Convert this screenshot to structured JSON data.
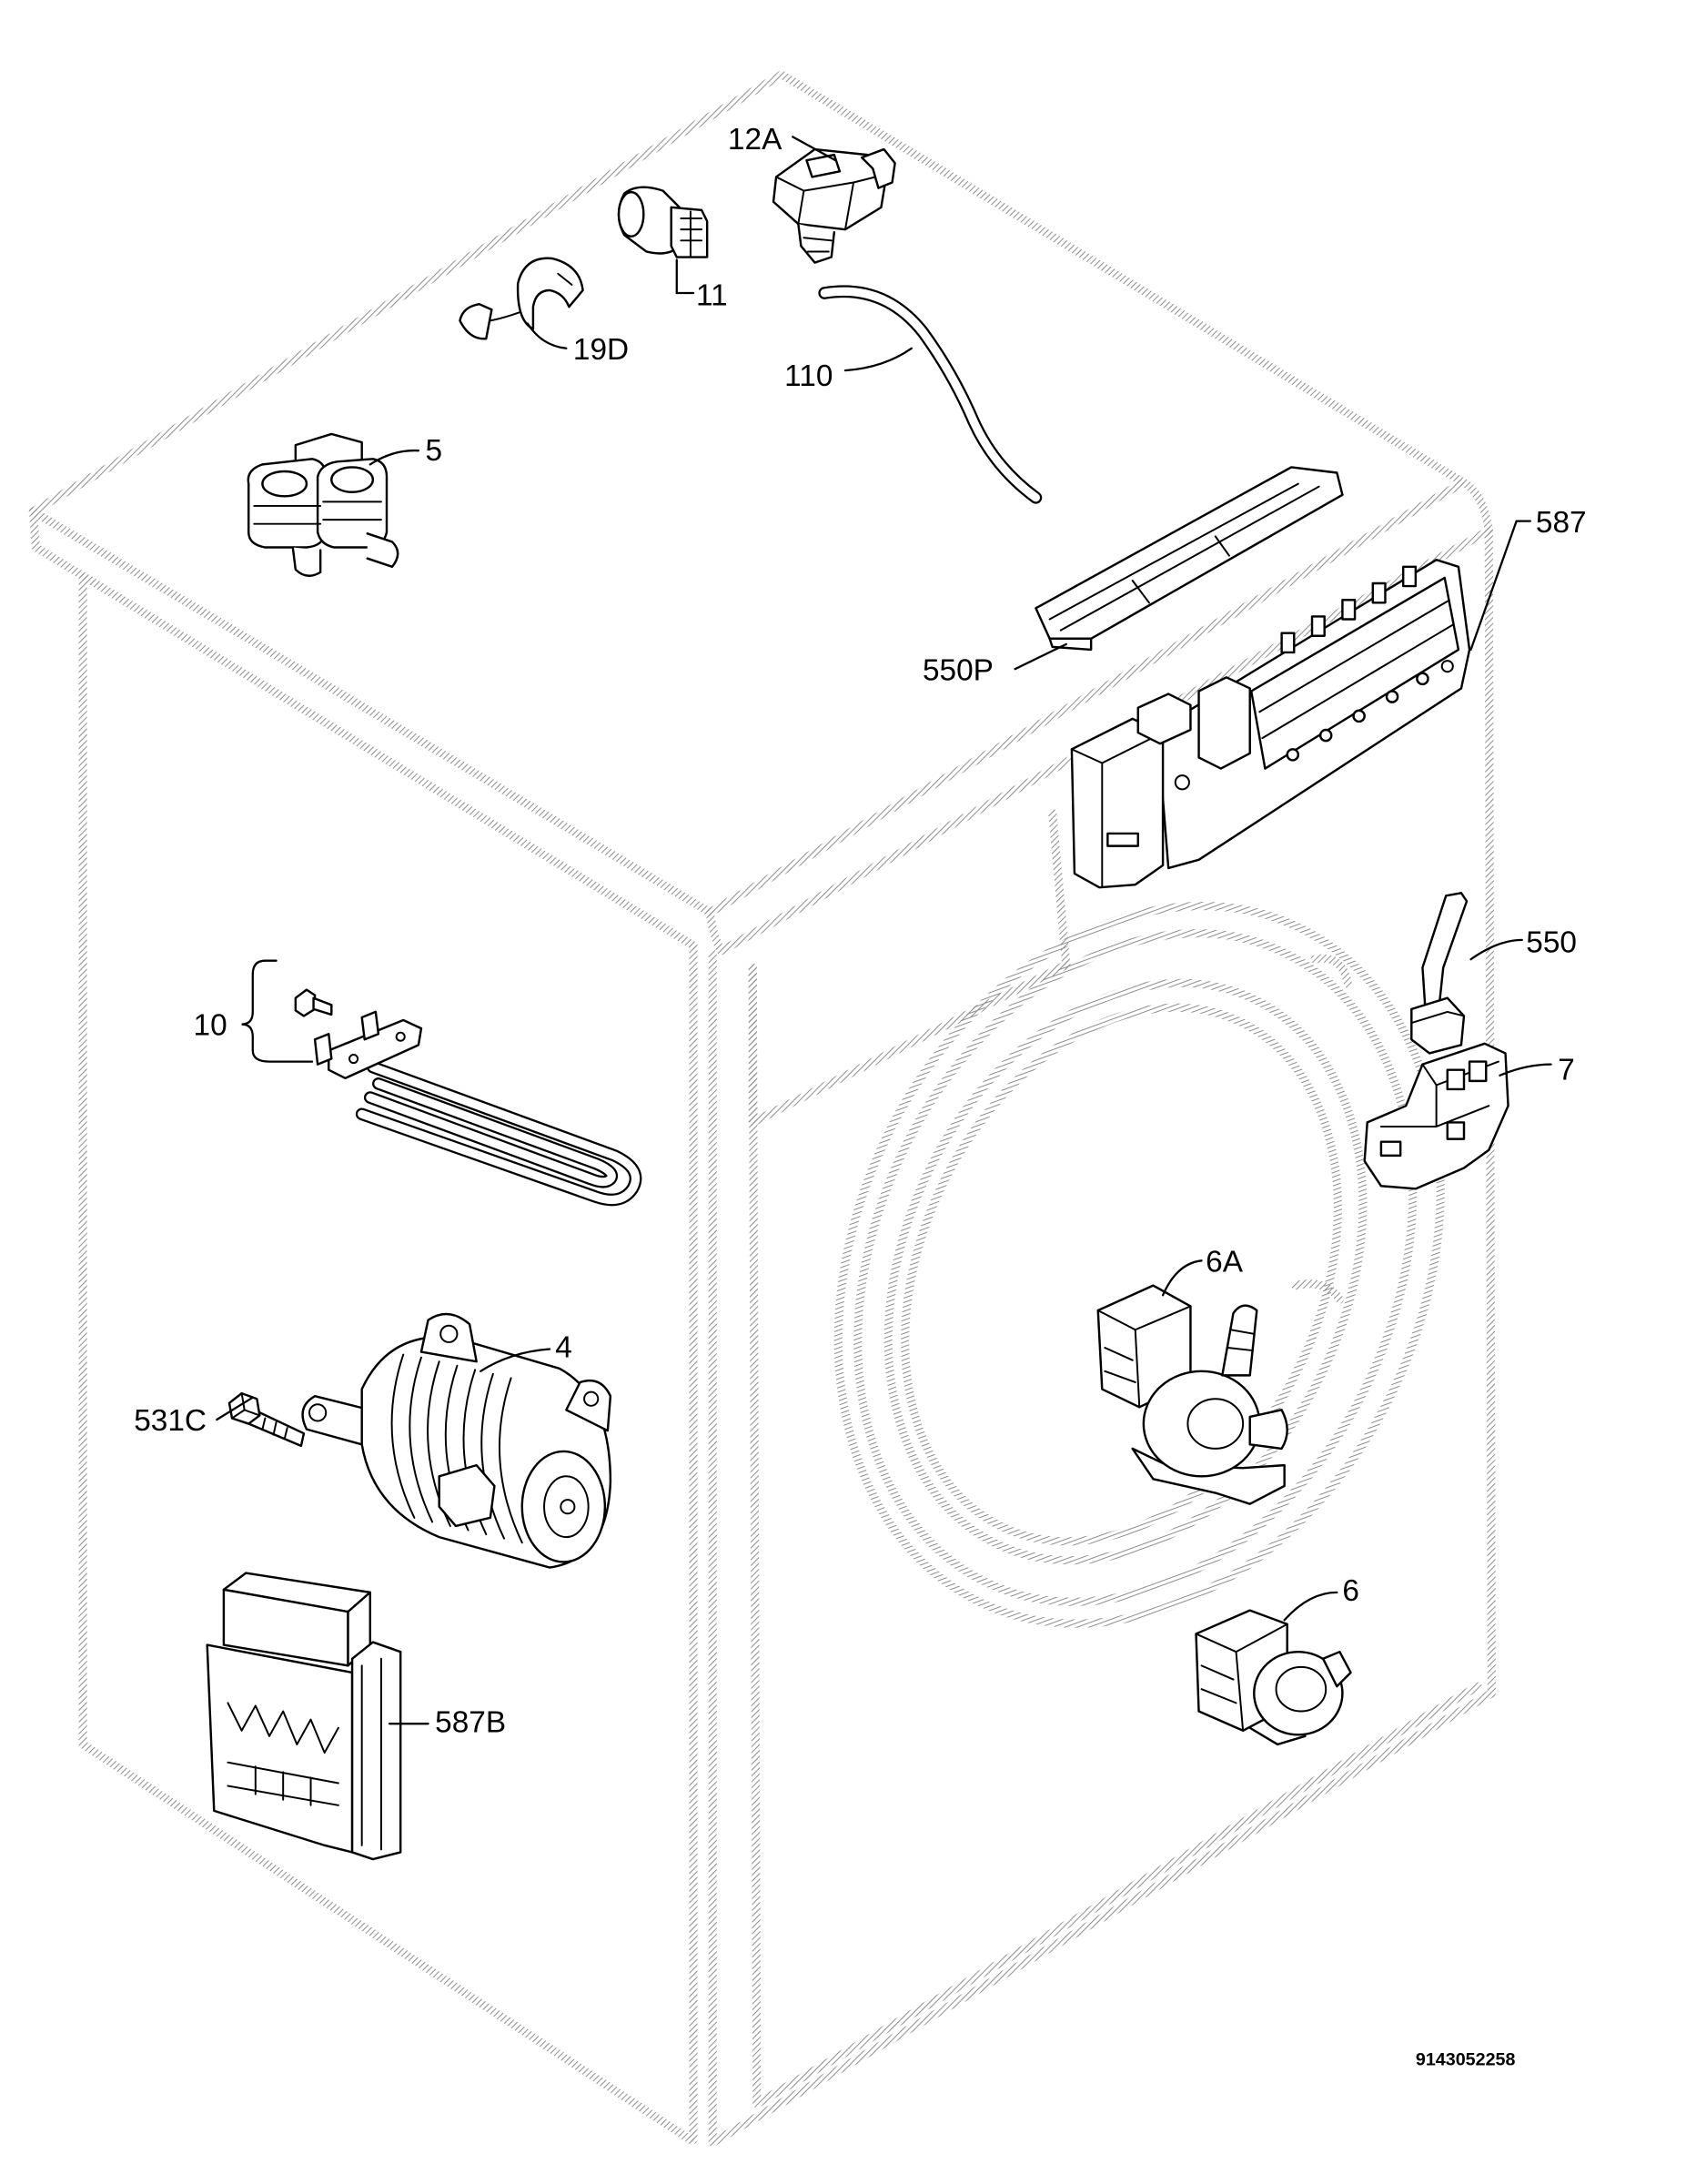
{
  "diagram": {
    "parts": [
      {
        "label": "12A"
      },
      {
        "label": "11"
      },
      {
        "label": "19D"
      },
      {
        "label": "110"
      },
      {
        "label": "5"
      },
      {
        "label": "587"
      },
      {
        "label": "550P"
      },
      {
        "label": "550"
      },
      {
        "label": "7"
      },
      {
        "label": "10"
      },
      {
        "label": "6A"
      },
      {
        "label": "4"
      },
      {
        "label": "531C"
      },
      {
        "label": "6"
      },
      {
        "label": "587B"
      }
    ],
    "drawing_code": "9143052258"
  },
  "colors": {
    "line": "#000000",
    "cabinet_hatch": "#8a8a8a",
    "background": "#ffffff"
  }
}
